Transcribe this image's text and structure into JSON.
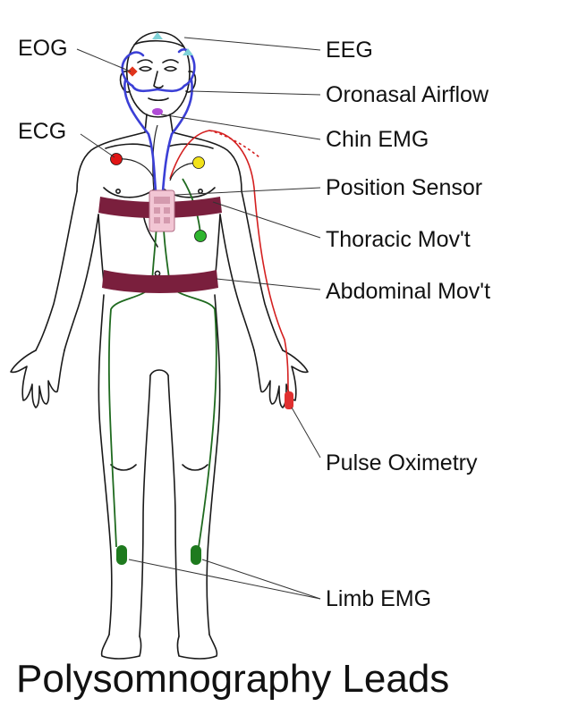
{
  "title": "Polysomnography Leads",
  "labels": {
    "eog": "EOG",
    "ecg": "ECG",
    "eeg": "EEG",
    "oronasal_airflow": "Oronasal Airflow",
    "chin_emg": "Chin EMG",
    "position_sensor": "Position Sensor",
    "thoracic_movement": "Thoracic Mov't",
    "abdominal_movement": "Abdominal Mov't",
    "pulse_oximetry": "Pulse Oximetry",
    "limb_emg": "Limb EMG"
  },
  "colors": {
    "outline": "#1a1a1a",
    "belt": "#7a1f3d",
    "eeg_electrode": "#7fd3d8",
    "eog_electrode": "#e0341b",
    "airflow_cannula": "#3b3fd6",
    "chin_emg_electrode": "#b04bd6",
    "ecg_red": "#e01515",
    "ecg_yellow": "#f2e21a",
    "ecg_green": "#2fb52f",
    "limb_emg_electrode": "#1e7a1e",
    "limb_wire": "#1f6a1f",
    "oximeter": "#e03030",
    "position_sensor": "#f2c6d4"
  }
}
